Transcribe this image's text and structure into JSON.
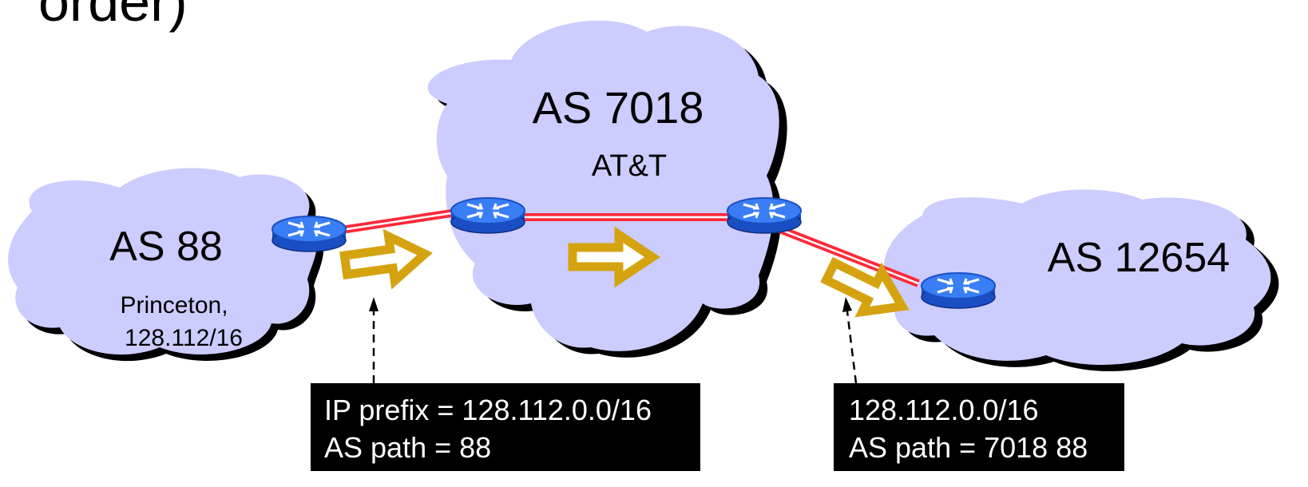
{
  "title_fragment": "order)",
  "clouds": {
    "as88": {
      "name": "AS 88",
      "org": "Princeton,",
      "prefix": "128.112/16"
    },
    "as7018": {
      "name": "AS 7018",
      "org": "AT&T"
    },
    "as12654": {
      "name": "AS 12654"
    }
  },
  "announcements": {
    "first": {
      "line1": "IP prefix = 128.112.0.0/16",
      "line2": "AS path = 88"
    },
    "second": {
      "line1": "128.112.0.0/16",
      "line2": "AS path = 7018 88"
    }
  },
  "colors": {
    "cloud_fill": "#ccccff",
    "cloud_shadow": "#000000",
    "link": "#ff2a3a",
    "arrow": "#d4a30f",
    "router": "#1f5fe0",
    "router_top": "#3a7ef5",
    "label_box": "#000000",
    "label_text": "#ffffff"
  },
  "icons": [
    "router-icon",
    "announcement-arrow-icon",
    "pointer-arrow-icon"
  ]
}
